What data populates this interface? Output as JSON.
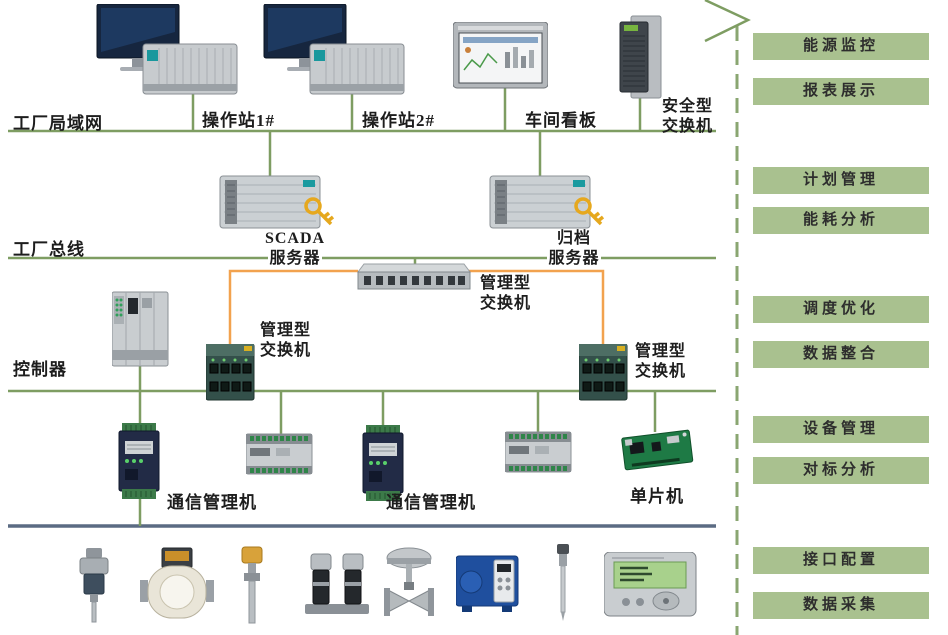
{
  "colors": {
    "green": "#7E9D62",
    "orange": "#F2A24E",
    "slate": "#5B6B83",
    "box": "#A9C18F"
  },
  "buses": {
    "lan": "工厂局域网",
    "plant_bus": "工厂总线",
    "controller": "控制器"
  },
  "labels": {
    "station1": "操作站1#",
    "station2": "操作站2#",
    "kanban": "车间看板",
    "secure_switch": [
      "安全型",
      "交换机"
    ],
    "scada_server": [
      "SCADA",
      "服务器"
    ],
    "archive_server": [
      "归档",
      "服务器"
    ],
    "managed_switch": [
      "管理型",
      "交换机"
    ],
    "comm_manager": "通信管理机",
    "mcu": "单片机"
  },
  "right_panel": {
    "items": [
      "能源监控",
      "报表展示",
      "计划管理",
      "能耗分析",
      "调度优化",
      "数据整合",
      "设备管理",
      "对标分析",
      "接口配置",
      "数据采集"
    ]
  },
  "icons": [
    "workstation-icon",
    "hmi-panel-icon",
    "secure-switch-icon",
    "rack-server-icon",
    "key-icon",
    "rack-switch-icon",
    "managed-switch-icon",
    "plc-controller-icon",
    "comm-manager-icon",
    "compact-plc-icon",
    "sbc-board-icon",
    "pressure-transmitter-icon",
    "flow-meter-icon",
    "temperature-sensor-icon",
    "solenoid-valve-icon",
    "control-valve-icon",
    "dosing-pump-icon",
    "electrode-sensor-icon",
    "flow-display-icon",
    "chevron-icon",
    "dashed-divider"
  ]
}
